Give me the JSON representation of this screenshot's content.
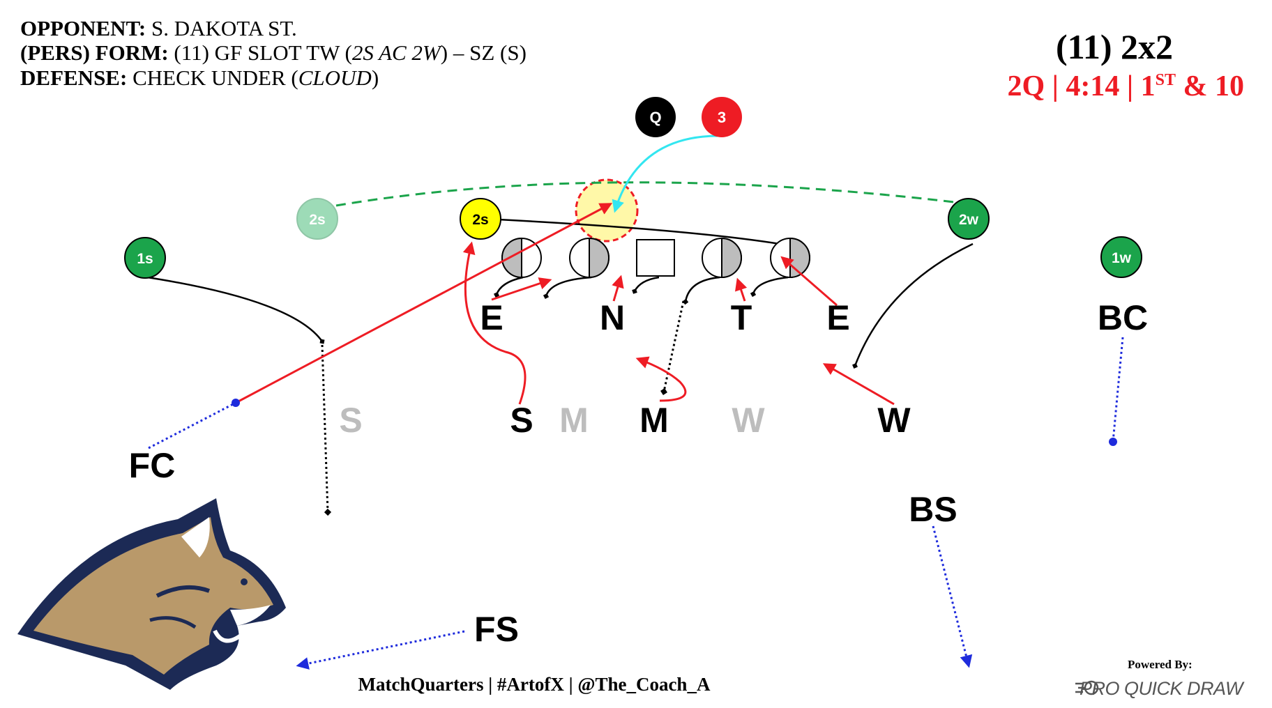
{
  "header": {
    "opponent_label": "OPPONENT:",
    "opponent_value": " S. DAKOTA ST.",
    "form_label": "(PERS) FORM:",
    "form_value_a": " (11) GF SLOT TW (",
    "form_value_italic": "2S AC 2W",
    "form_value_b": ") – SZ (S)",
    "defense_label": "DEFENSE:",
    "defense_value_a": " CHECK UNDER (",
    "defense_value_italic": "CLOUD",
    "defense_value_b": ")"
  },
  "title": "(11) 2x2",
  "situation": {
    "quarter": "2Q",
    "clock": "4:14",
    "down_pre": "1",
    "down_sup": "ST",
    "down_post": "& 10",
    "sep": "|"
  },
  "offense": {
    "qb": "Q",
    "rb": "3",
    "slot_strong_faded": "2s",
    "slot_strong": "2s",
    "wide_strong": "1s",
    "slot_weak": "2w",
    "wide_weak": "1w"
  },
  "defense": {
    "end_left": "E",
    "nose": "N",
    "tackle": "T",
    "end_right": "E",
    "sam": "S",
    "sam_ghost": "S",
    "mike_ghost": "M",
    "mike": "M",
    "will_ghost": "W",
    "will": "W",
    "field_corner": "FC",
    "boundary_corner": "BC",
    "boundary_safety": "BS",
    "free_safety": "FS"
  },
  "footer": "MatchQuarters | #ArtofX | @The_Coach_A",
  "powered_by": "Powered By:",
  "brand": "PRO QUICK DRAW",
  "icons": {
    "logo": "bobcat-logo-icon",
    "brand_mark": "speed-circle-icon"
  },
  "colors": {
    "red": "#ee1c24",
    "qb_fill": "#000000",
    "receiver_green": "#1ba44b",
    "faded_green": "#9ddbb7",
    "slot_yellow": "#ffff00",
    "mesh_cyan": "#33e6f0",
    "coverage_blue": "#1e2bdc",
    "ghost_gray": "#bdbdbd",
    "logo_navy": "#1c2a55",
    "logo_gold": "#b9996a"
  }
}
